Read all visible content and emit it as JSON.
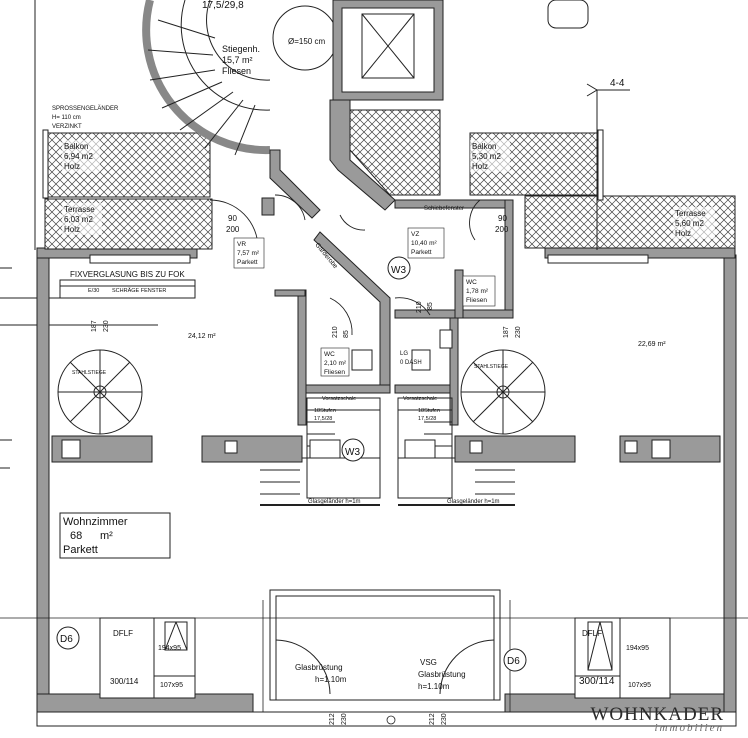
{
  "labels": {
    "top_number": "17,5/29,8",
    "stair_room": "Stiegenh.",
    "stair_area": "15,7 m²",
    "stair_floor": "Fliesen",
    "circle": "Ø=150 cm",
    "section": "4-4",
    "railing1": "SPROSSENGELÄNDER",
    "railing2": "H= 110 cm",
    "railing3": "VERZINKT",
    "balkon_l_name": "Balkon",
    "balkon_l_area": "6,94 m2",
    "balkon_l_floor": "Holz",
    "terr_l_name": "Terrasse",
    "terr_l_area": "6,03 m2",
    "terr_l_floor": "Holz",
    "balkon_r_name": "Balkon",
    "balkon_r_area": "5,30 m2",
    "balkon_r_floor": "Holz",
    "terr_r_name": "Terrasse",
    "terr_r_area": "5,60 m2",
    "terr_r_floor": "Holz",
    "schiebefenster": "Schiebefenster",
    "door_90_l": "90",
    "door_200_l": "200",
    "door_90_r": "90",
    "door_200_r": "200",
    "vr_name": "VR",
    "vr_area": "7,57 m²",
    "vr_floor": "Parkett",
    "vz_name": "VZ",
    "vz_area": "10,40 m²",
    "vz_floor": "Parkett",
    "garderobe": "Garderobe",
    "w3_a": "W3",
    "w3_b": "W3",
    "wc_r_name": "WC",
    "wc_r_area": "1,78 m²",
    "wc_r_floor": "Fliesen",
    "wc_l_name": "WC",
    "wc_l_area": "2,10 m²",
    "wc_l_floor": "Fliesen",
    "lg": "LG",
    "lg2": "0 DASH",
    "fix_glazing": "FIXVERGLASUNG BIS ZU FOK",
    "e30": "E/30",
    "schraege": "SCHRÄGE FENSTER",
    "area_l": "24,12 m²",
    "area_r": "22,69 m²",
    "d187_l": "187",
    "d230_l": "230",
    "d187_r": "187",
    "d230_r": "230",
    "d85_a": "85",
    "d210_a": "210",
    "d85_b": "85",
    "d210_b": "210",
    "stahl_l": "STAHLSTIEGE",
    "stahl_r": "STAHLSTIEGE",
    "vorsatz_l": "Vorsatzschale",
    "vorsatz_r": "Vorsatzschale",
    "stufen_l": "18Stufen",
    "stufen_l2": "17,5/28",
    "stufen_r": "18Stufen",
    "stufen_r2": "17,5/28",
    "glas_l": "Glasgeländer h=1m",
    "glas_r": "Glasgeländer h=1m",
    "wohn_name": "Wohnzimmer",
    "wohn_area": "68",
    "wohn_unit": "m²",
    "wohn_floor": "Parkett",
    "d6_l": "D6",
    "d6_r": "D6",
    "dflf_l": "DFLF",
    "dflf_r": "DFLF",
    "s194_l": "194x95",
    "s194_r": "194x95",
    "s300_l": "300/114",
    "s300_r": "300/114",
    "s107_l": "107x95",
    "s107_r": "107x95",
    "glasbr_l1": "Glasbrüstung",
    "glasbr_l2": "h=1.10m",
    "vsg": "VSG",
    "glasbr_r1": "Glasbrüstung",
    "glasbr_r2": "h=1.10m",
    "b212_l": "212",
    "b230_l": "230",
    "b212_r": "212",
    "b230_r": "230"
  },
  "logo": {
    "main": "WOHNKADER",
    "sub": "immobilien"
  }
}
